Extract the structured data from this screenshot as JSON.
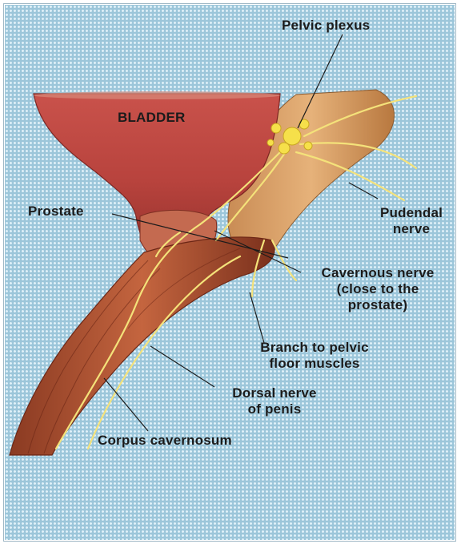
{
  "labels": {
    "pelvic_plexus": "Pelvic plexus",
    "bladder": "BLADDER",
    "prostate": "Prostate",
    "pudendal_line1": "Pudendal",
    "pudendal_line2": "nerve",
    "cavernous_line1": "Cavernous nerve",
    "cavernous_line2": "(close to the",
    "cavernous_line3": "prostate)",
    "branch_line1": "Branch to pelvic",
    "branch_line2": "floor muscles",
    "dorsal_line1": "Dorsal nerve",
    "dorsal_line2": "of penis",
    "corpus": "Corpus cavernosum"
  },
  "colors": {
    "background": "#9cc6da",
    "dots": "#dff0f8",
    "bladder": "#b8433d",
    "muscle": "#b4522f",
    "nerve": "#f4e27a",
    "label_text": "#1b1b1b"
  }
}
